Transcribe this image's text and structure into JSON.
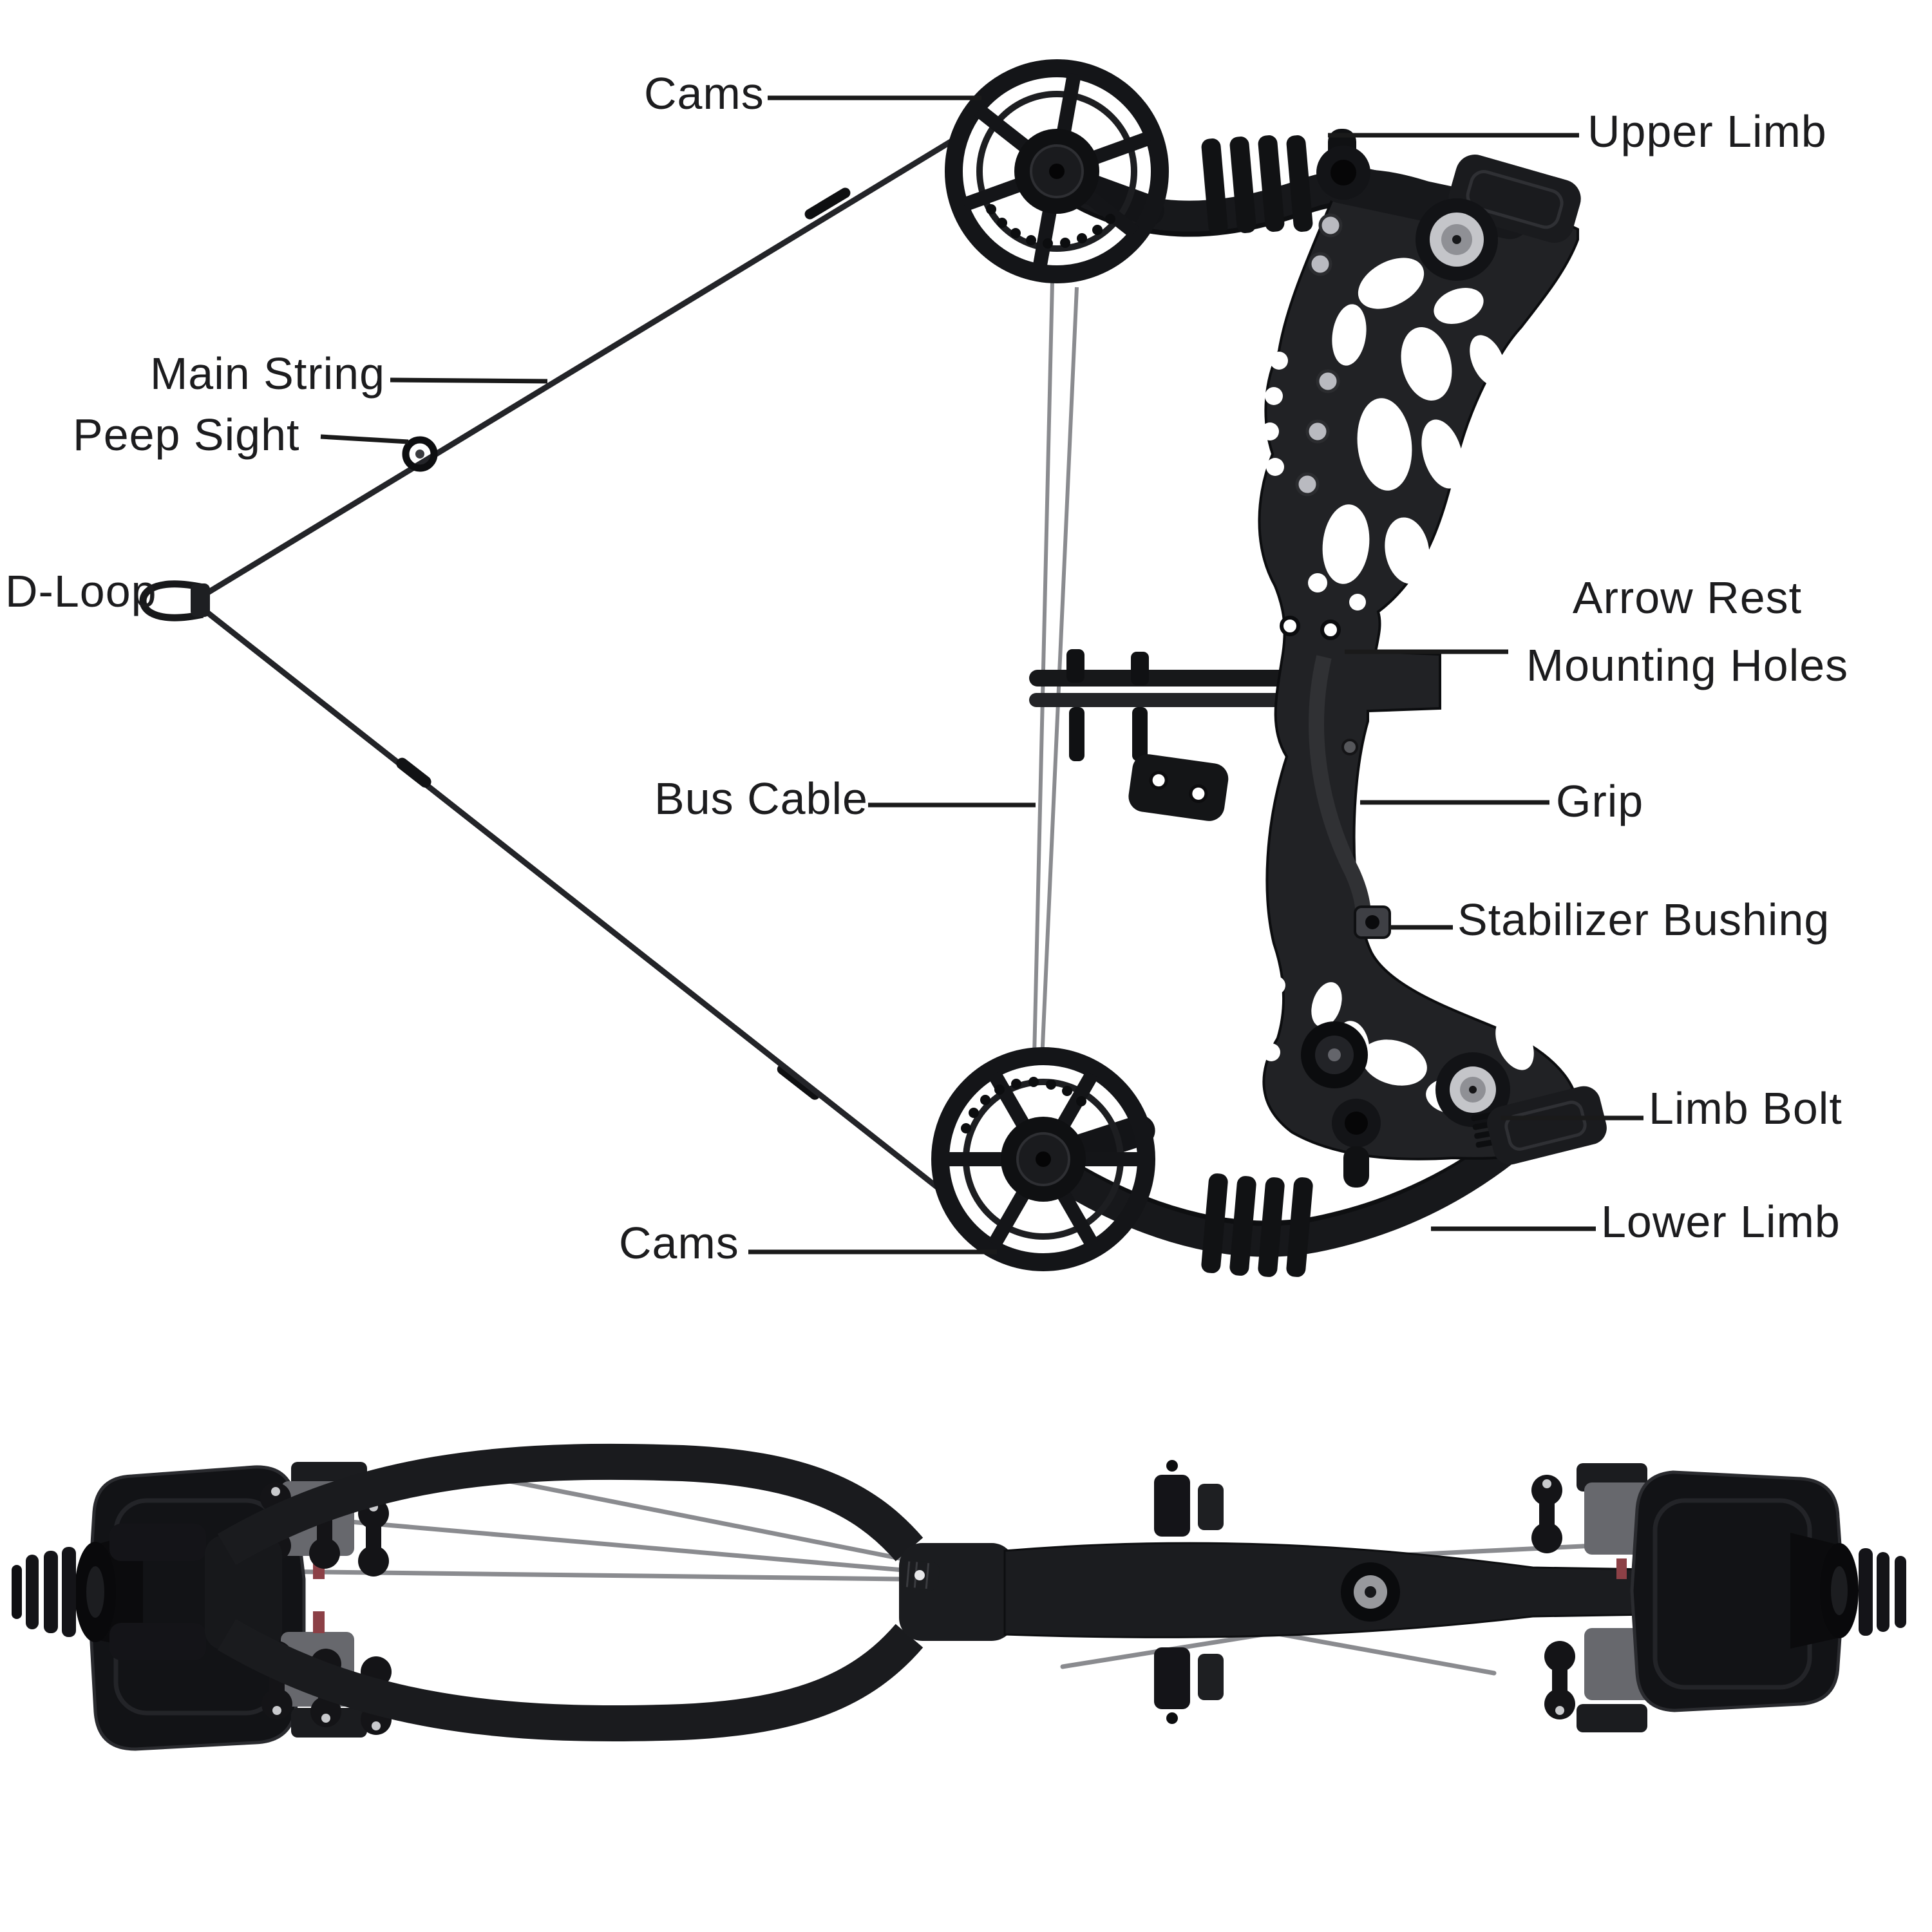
{
  "diagram": {
    "labels": {
      "cams_top": "Cams",
      "upper_limb": "Upper Limb",
      "main_string": "Main String",
      "peep_sight": "Peep Sight",
      "d_loop": "D-Loop",
      "arrow_rest_line1": "Arrow Rest",
      "arrow_rest_line2": "Mounting Holes",
      "bus_cable": "Bus Cable",
      "grip": "Grip",
      "stabilizer_bushing": "Stabilizer Bushing",
      "limb_bolt": "Limb Bolt",
      "lower_limb": "Lower Limb",
      "cams_bottom": "Cams"
    },
    "colors": {
      "background": "#ffffff",
      "label_text": "#1c1c1e",
      "leader_line": "#1a1a1a",
      "bow_body": "#1b1c1e",
      "bow_body_light": "#2c2d31",
      "string_cable": "#8a8b8f",
      "steel": "#c4c5c9",
      "accent_red": "#8c4046"
    }
  }
}
